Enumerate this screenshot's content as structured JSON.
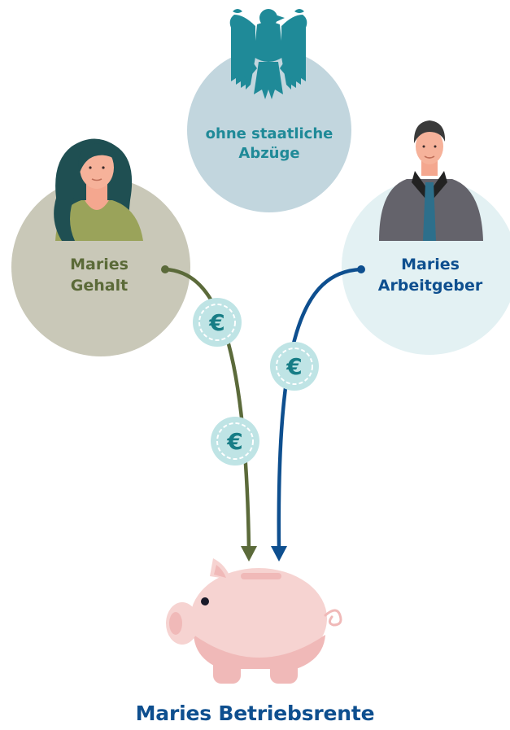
{
  "state": {
    "line1": "ohne staatliche",
    "line2": "Abzüge"
  },
  "salary": {
    "line1": "Maries",
    "line2": "Gehalt"
  },
  "employer": {
    "line1": "Maries",
    "line2": "Arbeitgeber"
  },
  "pension": {
    "label": "Maries Betriebsrente"
  },
  "coin": {
    "symbol": "€"
  },
  "colors": {
    "state_circle": "#c2d6de",
    "state_text": "#1f8a98",
    "eagle": "#1f8a98",
    "salary_circle": "#c9c8b8",
    "salary_text": "#5b6a38",
    "salary_arrow": "#5b6a3a",
    "employer_circle": "#e3f1f3",
    "employer_text": "#0e4f8f",
    "employer_arrow": "#0e4f8f",
    "coin_fill": "#bfe4e5",
    "coin_symbol": "#177d86",
    "piggy": "#f6d3d1",
    "piggy_shade": "#f0b9b8",
    "caption": "#0e4f8f"
  }
}
